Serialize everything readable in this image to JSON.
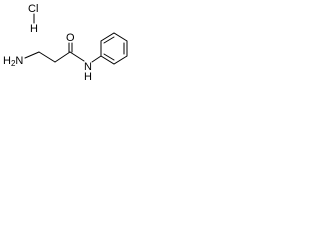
{
  "molecule": {
    "salt": {
      "chlorine": "Cl",
      "hydrogen": "H"
    },
    "amine": "H2N",
    "carbonyl_oxygen": "O",
    "amide_nitrogen": "N",
    "amide_hydrogen": "H"
  },
  "colors": {
    "ink": "#000000",
    "background": "#ffffff"
  }
}
